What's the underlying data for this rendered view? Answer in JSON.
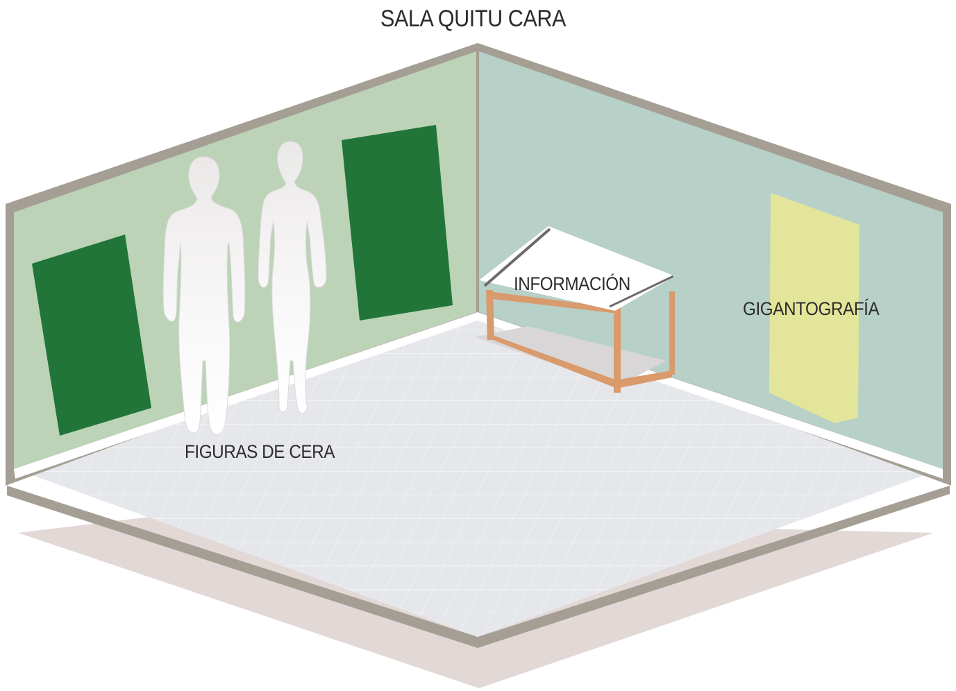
{
  "title": "SALA QUITU CARA",
  "labels": {
    "wax_figures": "FIGURAS DE CERA",
    "information": "INFORMACIÓN",
    "giant_print": "GIGANTOGRAFÍA"
  },
  "colors": {
    "left_wall": "#bcd3b8",
    "right_wall": "#b7d0c8",
    "wall_frame": "#a49e94",
    "floor": "#e6e8ec",
    "floor_grid": "#f5f6f8",
    "floor_shadow": "#e2d9d7",
    "panels_green": "#217538",
    "panel_yellow": "#e3e59a",
    "table_frame": "#d99a6c",
    "figures": "#f1efee"
  },
  "icons": [
    "human-silhouette-icon",
    "table-icon"
  ]
}
